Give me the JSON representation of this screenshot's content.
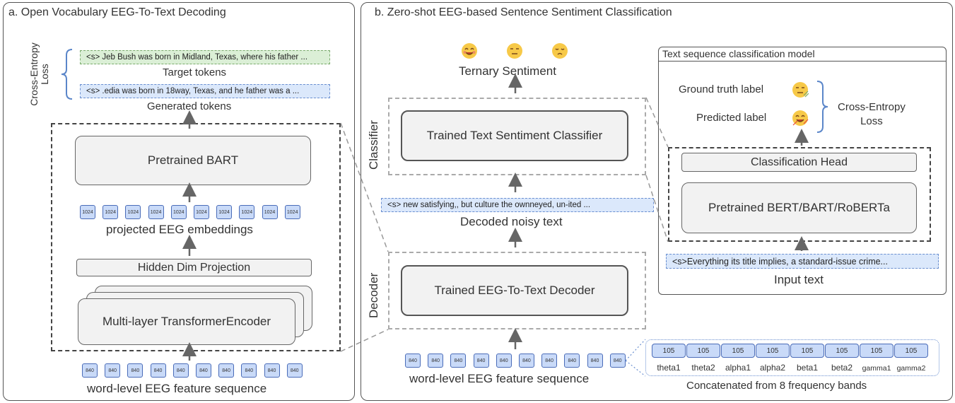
{
  "panel_a": {
    "title": "a. Open Vocabulary EEG-To-Text Decoding",
    "loss_label": "Cross-Entropy\nLoss",
    "target_text": "<s> Jeb Bush was born in Midland, Texas, where his father ...",
    "target_label": "Target tokens",
    "generated_text": "<s> .edia was born in 18way, Texas, and he father was a ...",
    "generated_label": "Generated tokens",
    "bart_label": "Pretrained BART",
    "emb_chip_value": "1024",
    "emb_label": "projected EEG embeddings",
    "projection_label": "Hidden Dim Projection",
    "encoder_label": "Multi-layer TransformerEncoder",
    "feat_chip_value": "840",
    "feat_label": "word-level EEG feature sequence"
  },
  "panel_b": {
    "title": "b. Zero-shot EEG-based Sentence Sentiment Classification",
    "sentiment_label": "Ternary Sentiment",
    "classifier_side": "Classifier",
    "classifier_label": "Trained Text Sentiment Classifier",
    "decoded_text": "<s> new satisfying,, but culture the ownneyed, un-ited ...",
    "decoded_label": "Decoded noisy text",
    "decoder_side": "Decoder",
    "decoder_label": "Trained EEG-To-Text Decoder",
    "feat_chip_value": "840",
    "feat_label": "word-level EEG feature sequence",
    "freq_value": "105",
    "freq_bands": [
      "theta1",
      "theta2",
      "alpha1",
      "alpha2",
      "beta1",
      "beta2",
      "gamma1",
      "gamma2"
    ],
    "freq_label": "Concatenated from 8 frequency bands",
    "tsc": {
      "title": "Text sequence classification model",
      "ground_truth": "Ground truth label",
      "predicted": "Predicted label",
      "loss": "Cross-Entropy\nLoss",
      "head": "Classification Head",
      "pretrained": "Pretrained BERT/BART/RoBERTa",
      "input_text": "<s>Everything its title implies, a standard-issue crime...",
      "input_label": "Input text"
    }
  },
  "colors": {
    "token_blue": "#c9daf8",
    "text_blue": "#dbe8fb",
    "text_green": "#dbefd6",
    "emoji_yellow": "#f7c948",
    "emoji_red": "#e8473a"
  },
  "icons": [
    "happy-emoji-icon",
    "neutral-emoji-icon",
    "sad-emoji-icon",
    "up-arrow-icon",
    "curly-brace-icon"
  ]
}
